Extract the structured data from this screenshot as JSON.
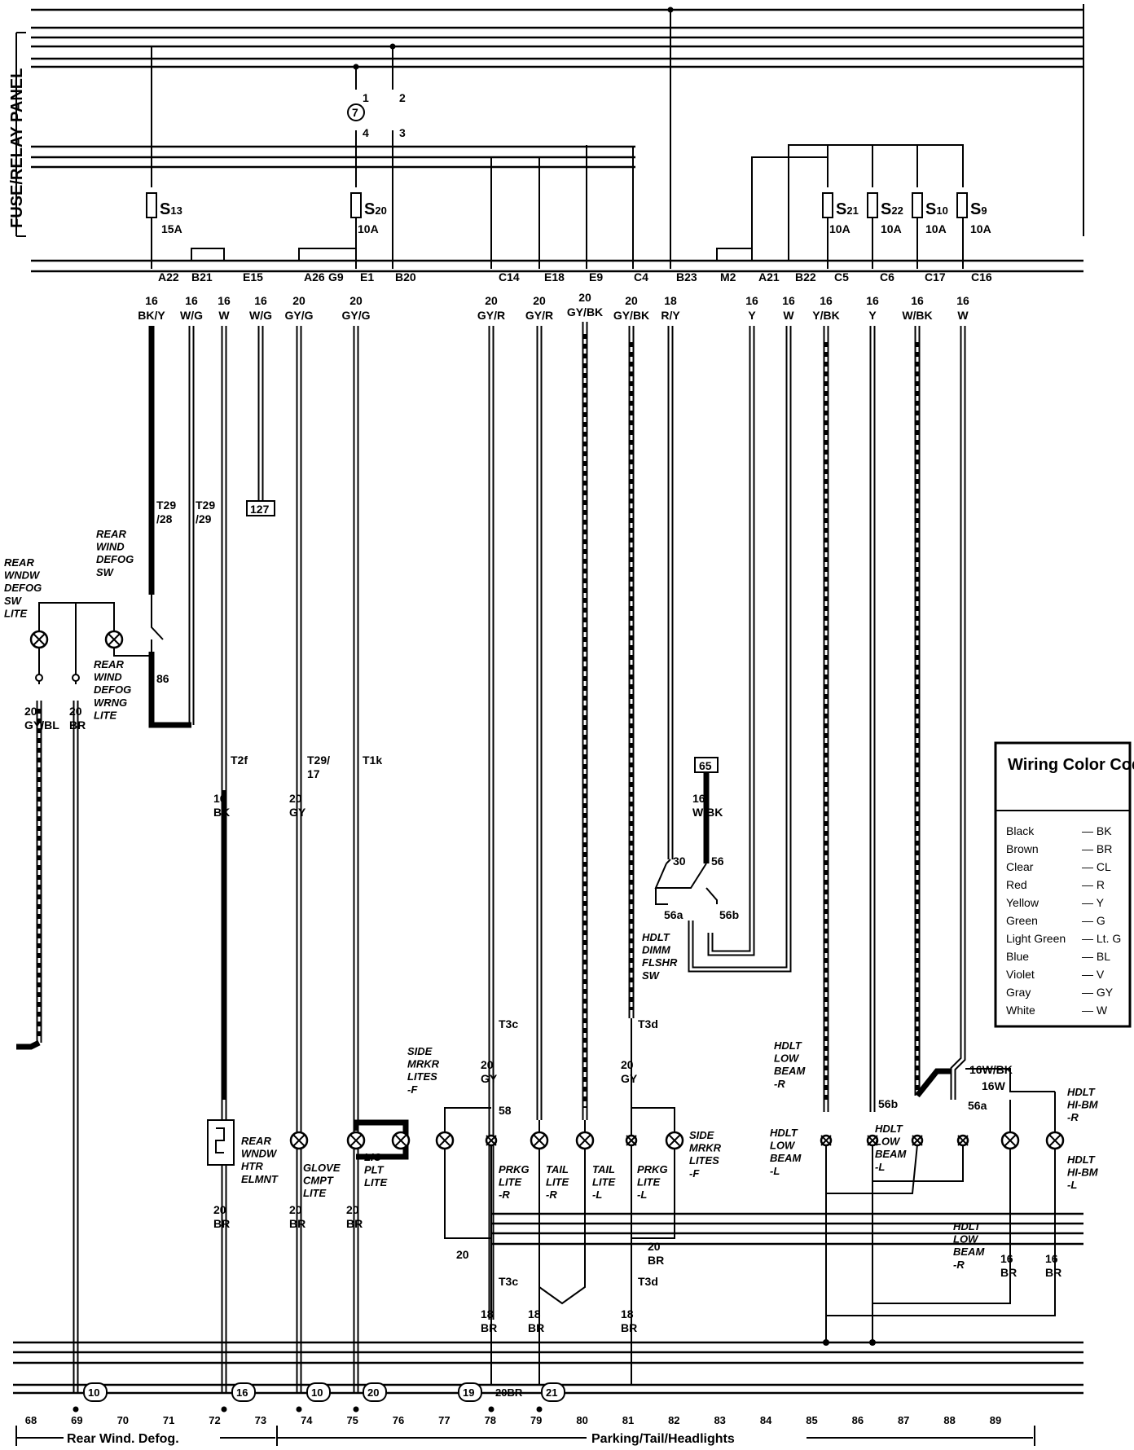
{
  "panel": {
    "title": "FUSE/RELAY PANEL"
  },
  "fuses": [
    {
      "id": "S13",
      "main": "S",
      "sub": "13",
      "rating": "15A"
    },
    {
      "id": "S20",
      "main": "S",
      "sub": "20",
      "rating": "10A"
    },
    {
      "id": "S21",
      "main": "S",
      "sub": "21",
      "rating": "10A"
    },
    {
      "id": "S22",
      "main": "S",
      "sub": "22",
      "rating": "10A"
    },
    {
      "id": "S10",
      "main": "S",
      "sub": "10",
      "rating": "10A"
    },
    {
      "id": "S9",
      "main": "S",
      "sub": "9",
      "rating": "10A"
    }
  ],
  "relay": {
    "number": "7",
    "pins": [
      "1",
      "2",
      "4",
      "3"
    ]
  },
  "connectors": [
    "A22",
    "B21",
    "E15",
    "A26",
    "G9",
    "E1",
    "B20",
    "C14",
    "E18",
    "E9",
    "C4",
    "B23",
    "M2",
    "A21",
    "B22",
    "C5",
    "C6",
    "C17",
    "C16"
  ],
  "wires": [
    {
      "gauge": "16",
      "color": "BK/Y"
    },
    {
      "gauge": "16",
      "color": "W/G"
    },
    {
      "gauge": "16",
      "color": "W"
    },
    {
      "gauge": "16",
      "color": "W/G"
    },
    {
      "gauge": "20",
      "color": "GY/G"
    },
    {
      "gauge": "20",
      "color": "GY/G"
    },
    {
      "gauge": "20",
      "color": "GY/R"
    },
    {
      "gauge": "20",
      "color": "GY/R"
    },
    {
      "gauge": "20",
      "color": "GY/BK"
    },
    {
      "gauge": "20",
      "color": "GY/BK"
    },
    {
      "gauge": "18",
      "color": "R/Y"
    },
    {
      "gauge": "16",
      "color": "Y"
    },
    {
      "gauge": "16",
      "color": "W"
    },
    {
      "gauge": "16",
      "color": "Y/BK"
    },
    {
      "gauge": "16",
      "color": "Y"
    },
    {
      "gauge": "16",
      "color": "W/BK"
    },
    {
      "gauge": "16",
      "color": "W"
    }
  ],
  "references": [
    "127",
    "65"
  ],
  "terminals": {
    "t29_28": "T29\n/28",
    "t29_29": "T29\n/29",
    "t86": "86",
    "t2f": "T2f",
    "t29_17": "T29/\n17",
    "t1k": "T1k",
    "t3c_a": "T3c",
    "t3d_a": "T3d",
    "t3c_b": "T3c",
    "t3d_b": "T3d",
    "t30": "30",
    "t56": "56",
    "t56a": "56a",
    "t56b": "56b",
    "t58": "58",
    "t56b_r": "56b",
    "t56a_r": "56a"
  },
  "components": {
    "rear_defog_sw_lite": "REAR\nWNDW\nDEFOG\nSW\nLITE",
    "rear_wind_defog_sw": "REAR\nWIND\nDEFOG\nSW",
    "rear_wind_defog_wrng": "REAR\nWIND\nDEFOG\nWRNG\nLITE",
    "rear_wndw_htr": "REAR\nWNDW\nHTR\nELMNT",
    "glove_cmpt_lite": "GLOVE\nCMPT\nLITE",
    "lic_plt_lite": "LIC\nPLT\nLITE",
    "side_mrkr_f1": "SIDE\nMRKR\nLITES\n-F",
    "prkg_lite_r": "PRKG\nLITE\n-R",
    "tail_lite_r": "TAIL\nLITE\n-R",
    "tail_lite_l": "TAIL\nLITE\n-L",
    "prkg_lite_l": "PRKG\nLITE\n-L",
    "side_mrkr_f2": "SIDE\nMRKR\nLITES\n-F",
    "hdlt_dimm": "HDLT\nDIMM\nFLSHR\nSW",
    "hdlt_low_r_top": "HDLT\nLOW\nBEAM\n-R",
    "hdlt_low_l_1": "HDLT\nLOW\nBEAM\n-L",
    "hdlt_low_l_2": "HDLT\nLOW\nBEAM\n-L",
    "hdlt_low_r_bot": "HDLT\nLOW\nBEAM\n-R",
    "hdlt_hi_r": "HDLT\nHI-BM\n-R",
    "hdlt_hi_l": "HDLT\nHI-BM\n-L"
  },
  "lower_labels": {
    "gy_bl": "20\nGY/BL",
    "br_left": "20\nBR",
    "bk16": "16\nBK",
    "gy20_a": "20\nGY",
    "gy20_b": "20\nGY",
    "gy20_c": "20\nGY",
    "wbk65": "16\nW/BK",
    "br_72": "20\nBR",
    "br_74": "20\nBR",
    "br_75": "20\nBR",
    "br18_78": "18\nBR",
    "br18_79": "18\nBR",
    "br18_81": "18\nBR",
    "br20_a": "20",
    "br20_b": "20\nBR",
    "br16_a": "16\nBR",
    "br16_b": "16\nBR",
    "wbk_hi": "16W/BK",
    "w_hi": "16W",
    "br20_bot": "20BR"
  },
  "bottom_refs": [
    "10",
    "16",
    "10",
    "20",
    "19",
    "21"
  ],
  "grid_numbers": [
    "68",
    "69",
    "70",
    "71",
    "72",
    "73",
    "74",
    "75",
    "76",
    "77",
    "78",
    "79",
    "80",
    "81",
    "82",
    "83",
    "84",
    "85",
    "86",
    "87",
    "88",
    "89"
  ],
  "sections": [
    {
      "label": "Rear Wind. Defog."
    },
    {
      "label": "Parking/Tail/Headlights"
    }
  ],
  "legend": {
    "title": "Wiring Color Code",
    "items": [
      {
        "name": "Black",
        "code": "BK"
      },
      {
        "name": "Brown",
        "code": "BR"
      },
      {
        "name": "Clear",
        "code": "CL"
      },
      {
        "name": "Red",
        "code": "R"
      },
      {
        "name": "Yellow",
        "code": "Y"
      },
      {
        "name": "Green",
        "code": "G"
      },
      {
        "name": "Light Green",
        "code": "Lt. G"
      },
      {
        "name": "Blue",
        "code": "BL"
      },
      {
        "name": "Violet",
        "code": "V"
      },
      {
        "name": "Gray",
        "code": "GY"
      },
      {
        "name": "White",
        "code": "W"
      }
    ]
  }
}
